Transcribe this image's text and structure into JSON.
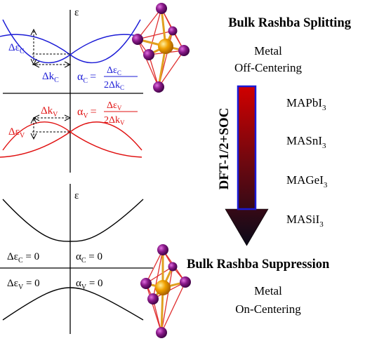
{
  "top_panel": {
    "axis_label": "ε",
    "conduction": {
      "delta_e": "Δε",
      "delta_e_sub": "C",
      "delta_k": "Δk",
      "delta_k_sub": "C",
      "alpha": "α",
      "alpha_sub": "C",
      "eq": "=",
      "numerator": "Δε",
      "numerator_sub": "C",
      "denominator": "2Δk",
      "denominator_sub": "C"
    },
    "valence": {
      "delta_e": "Δε",
      "delta_e_sub": "V",
      "delta_k": "Δk",
      "delta_k_sub": "V",
      "alpha": "α",
      "alpha_sub": "V",
      "eq": "=",
      "numerator": "Δε",
      "numerator_sub": "V",
      "denominator": "2Δk",
      "denominator_sub": "V"
    }
  },
  "bottom_panel": {
    "axis_label": "ε",
    "de_c": "Δε",
    "de_c_sub": "C",
    "de_c_val": " = 0",
    "alpha_c": "α",
    "alpha_c_sub": "C",
    "alpha_c_val": " = 0",
    "de_v": "Δε",
    "de_v_sub": "V",
    "de_v_val": " = 0",
    "alpha_v": "α",
    "alpha_v_sub": "V",
    "alpha_v_val": " = 0"
  },
  "right": {
    "title_top": "Bulk Rashba Splitting",
    "label_top_1": "Metal",
    "label_top_2": "Off-Centering",
    "arrow_label": "DFT-1/2+SOC",
    "title_bottom": "Bulk Rashba Suppression",
    "label_bottom_1": "Metal",
    "label_bottom_2": "On-Centering",
    "materials": [
      {
        "pre": "MAPbI",
        "sub": "3"
      },
      {
        "pre": "MASnI",
        "sub": "3"
      },
      {
        "pre": "MAGeI",
        "sub": "3"
      },
      {
        "pre": "MASiI",
        "sub": "3"
      }
    ]
  },
  "colors": {
    "conduction": "#1a1ad6",
    "valence": "#e01010",
    "atom_outer": "#8a1a8a",
    "atom_center": "#f0a000",
    "octa_edge": "#e03030",
    "bond": "#e0a020",
    "arrow_top": "#c00000",
    "arrow_bottom": "#101020",
    "arrow_border": "#1a1ad6"
  }
}
